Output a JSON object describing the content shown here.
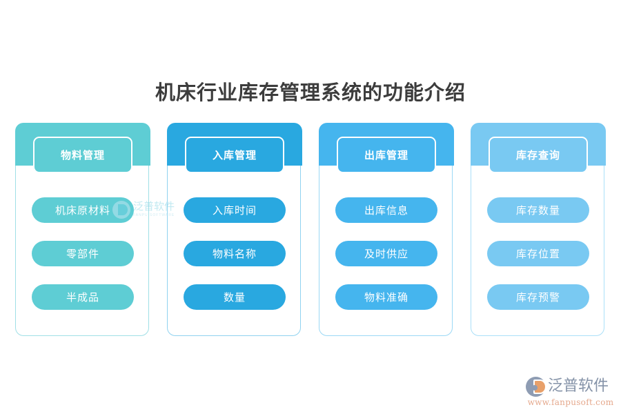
{
  "page": {
    "title": "机床行业库存管理系统的功能介绍",
    "background_color": "#ffffff"
  },
  "columns": [
    {
      "id": "material-management",
      "header": "物料管理",
      "color": "#5ecdd4",
      "border_color": "#9fdfe6",
      "items": [
        "机床原材料",
        "零部件",
        "半成品"
      ]
    },
    {
      "id": "inbound-management",
      "header": "入库管理",
      "color": "#29a8e0",
      "border_color": "#8fd2f0",
      "items": [
        "入库时间",
        "物料名称",
        "数量"
      ]
    },
    {
      "id": "outbound-management",
      "header": "出库管理",
      "color": "#45b5ee",
      "border_color": "#9ad8f5",
      "items": [
        "出库信息",
        "及时供应",
        "物料准确"
      ]
    },
    {
      "id": "stock-query",
      "header": "库存查询",
      "color": "#79c9f2",
      "border_color": "#aadff8",
      "items": [
        "库存数量",
        "库存位置",
        "库存预警"
      ]
    }
  ],
  "watermark": {
    "name_cn": "泛普软件",
    "name_en": "FANPU SOFTWARE",
    "color": "#8fd8e6"
  },
  "brand_logo": {
    "name_cn": "泛普软件",
    "url": "www.fanpusoft.com",
    "name_color": "#8593a8",
    "url_color": "#e5a88c",
    "mark_color": "#8e9cb3",
    "mark_accent_color": "#e8a06a"
  }
}
